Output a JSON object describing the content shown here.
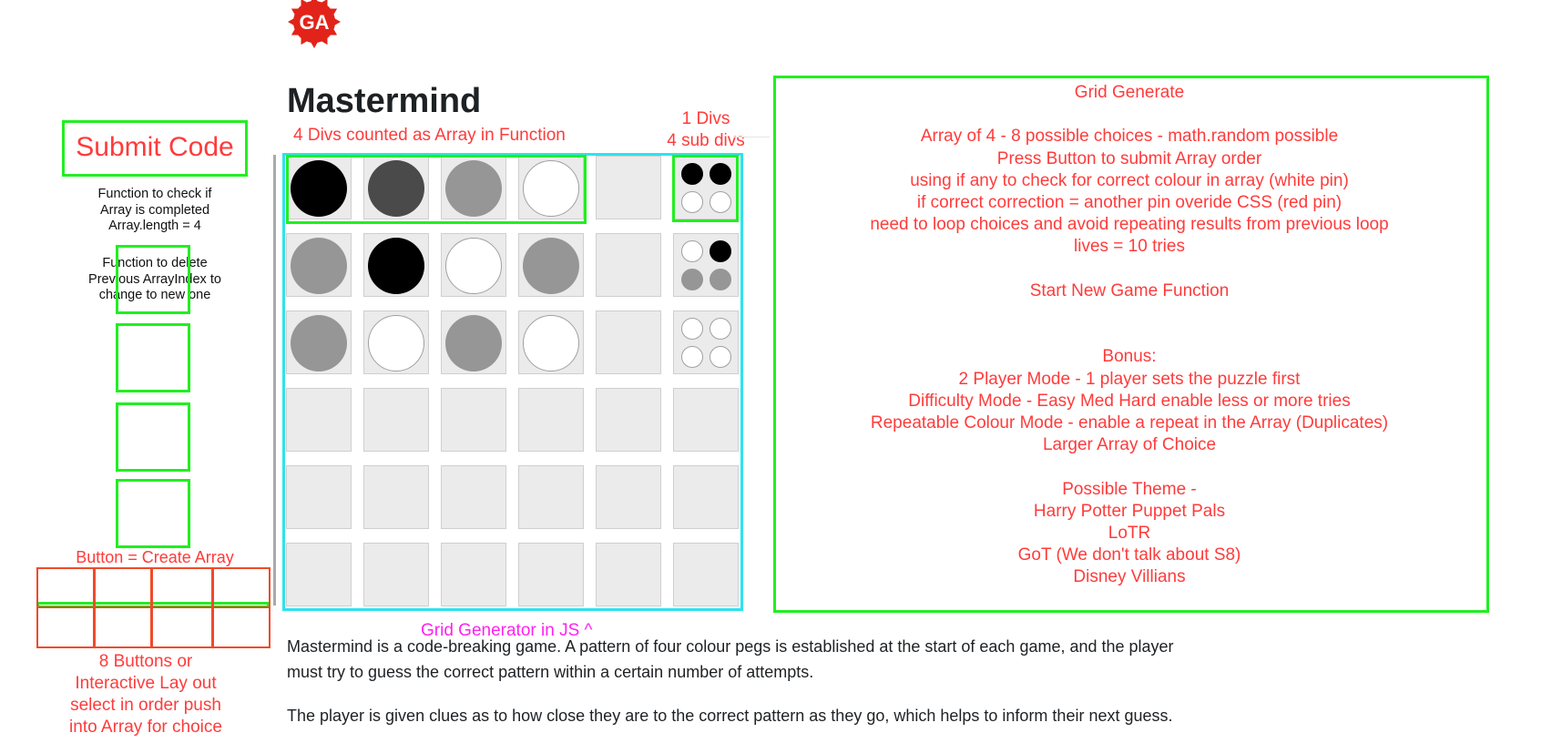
{
  "logo": {
    "text": "GA",
    "color": "#e2231a"
  },
  "title": "Mastermind",
  "annotations": {
    "divs_array": "4 Divs counted as Array in Function",
    "one_div": "1 Divs",
    "sub_divs": "4 sub divs",
    "submit_code": "Submit Code",
    "check_fn": [
      "Function to check if",
      "Array is completed",
      "Array.length = 4"
    ],
    "delete_fn": [
      "Function to delete",
      "Previous ArrayIndex to",
      "change to new one"
    ],
    "button_create": "Button = Create Array",
    "eight_buttons": [
      "8 Buttons or",
      "Interactive Lay out",
      "select in order push",
      "into Array for choice"
    ],
    "grid_generator": "Grid Generator in JS ^"
  },
  "notes": [
    "Grid Generate",
    "",
    "Array of 4 - 8 possible choices - math.random possible",
    "Press Button to submit Array order",
    "using if any to check for correct colour in array (white pin)",
    "if correct correction = another pin overide  CSS (red pin)",
    "need to loop choices and avoid repeating results from previous loop",
    "lives = 10 tries",
    "",
    "Start New Game Function",
    "",
    "",
    "Bonus:",
    "2 Player Mode - 1 player sets the puzzle first",
    "Difficulty Mode - Easy Med Hard enable less or more tries",
    "Repeatable Colour Mode - enable a repeat in the Array (Duplicates)",
    "Larger Array of Choice",
    "",
    "Possible Theme -",
    "Harry Potter Puppet Pals",
    "LoTR",
    "GoT (We don't talk about S8)",
    "Disney Villians"
  ],
  "board": {
    "rows": [
      {
        "pegs": [
          "black",
          "darkgray",
          "gray",
          "white"
        ],
        "pins": [
          "black",
          "black",
          "white",
          "white"
        ]
      },
      {
        "pegs": [
          "gray",
          "black",
          "white",
          "gray"
        ],
        "pins": [
          "white",
          "black",
          "gray",
          "gray"
        ]
      },
      {
        "pegs": [
          "gray",
          "white",
          "gray",
          "white"
        ],
        "pins": [
          "white",
          "white",
          "white",
          "white"
        ]
      },
      {
        "pegs": [],
        "pins": []
      },
      {
        "pegs": [],
        "pins": []
      },
      {
        "pegs": [],
        "pins": []
      }
    ]
  },
  "description": {
    "p1_line1": "Mastermind is a code-breaking game. A pattern of four colour pegs is established at the start of each game, and the player",
    "p1_line2": "must try to guess the correct pattern within a certain number of attempts.",
    "p2": "The player is given clues as to how close they are to the correct pattern as they go, which helps to inform their next guess."
  },
  "colors": {
    "annotation_red": "#ff3b3b",
    "annotation_green": "#22ee22",
    "grid_cyan": "#2de3ee",
    "grid_magenta": "#ff22ee",
    "peg_black": "#000000",
    "peg_darkgray": "#4a4a4a",
    "peg_gray": "#969696",
    "peg_white": "#ffffff"
  }
}
